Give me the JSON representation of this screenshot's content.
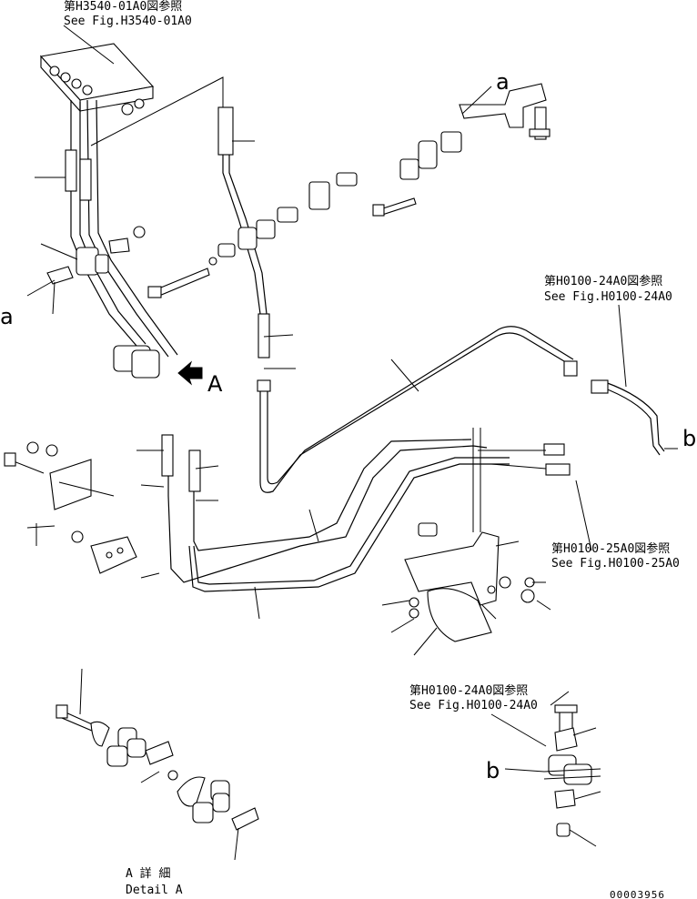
{
  "refs": {
    "top_left": {
      "ja": "第H3540-01A0図参照",
      "en": "See Fig.H3540-01A0"
    },
    "right_upper": {
      "ja": "第H0100-24A0図参照",
      "en": "See Fig.H0100-24A0"
    },
    "right_middle": {
      "ja": "第H0100-25A0図参照",
      "en": "See Fig.H0100-25A0"
    },
    "bottom_right": {
      "ja": "第H0100-24A0図参照",
      "en": "See Fig.H0100-24A0"
    }
  },
  "markers": {
    "a_top": "a",
    "a_left": "a",
    "b_right": "b",
    "b_bottom": "b",
    "view_A": "A"
  },
  "detail": {
    "ja": "A 詳 細",
    "en": "Detail A"
  },
  "doc_number": "00003956"
}
